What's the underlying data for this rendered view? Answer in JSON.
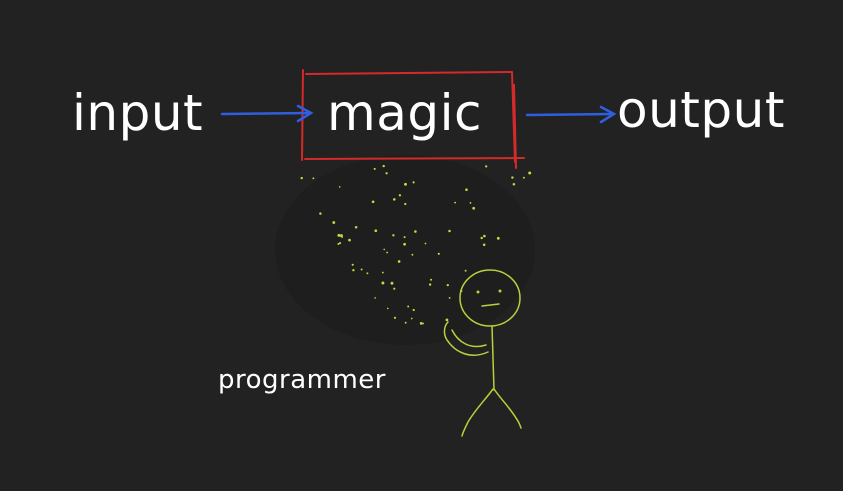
{
  "diagram": {
    "nodes": [
      {
        "id": "input",
        "label": "input"
      },
      {
        "id": "magic",
        "label": "magic"
      },
      {
        "id": "output",
        "label": "output"
      }
    ],
    "edges": [
      {
        "from": "input",
        "to": "magic"
      },
      {
        "from": "magic",
        "to": "output"
      }
    ],
    "annotation": {
      "label": "programmer"
    },
    "colors": {
      "background": "#222222",
      "text": "#ffffff",
      "arrow": "#2f5fe0",
      "box": "#d42a2a",
      "figure": "#b5d23a",
      "sparkles": "#c8d83c"
    }
  }
}
